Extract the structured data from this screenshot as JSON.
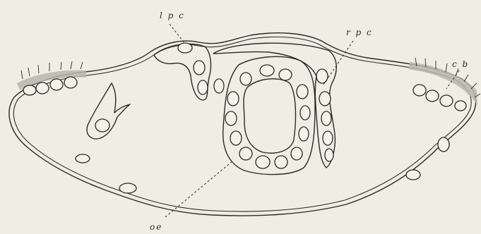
{
  "labels": {
    "lpc": "l p c",
    "rpc": "r p c",
    "cb": "c b",
    "oe": "oe"
  }
}
